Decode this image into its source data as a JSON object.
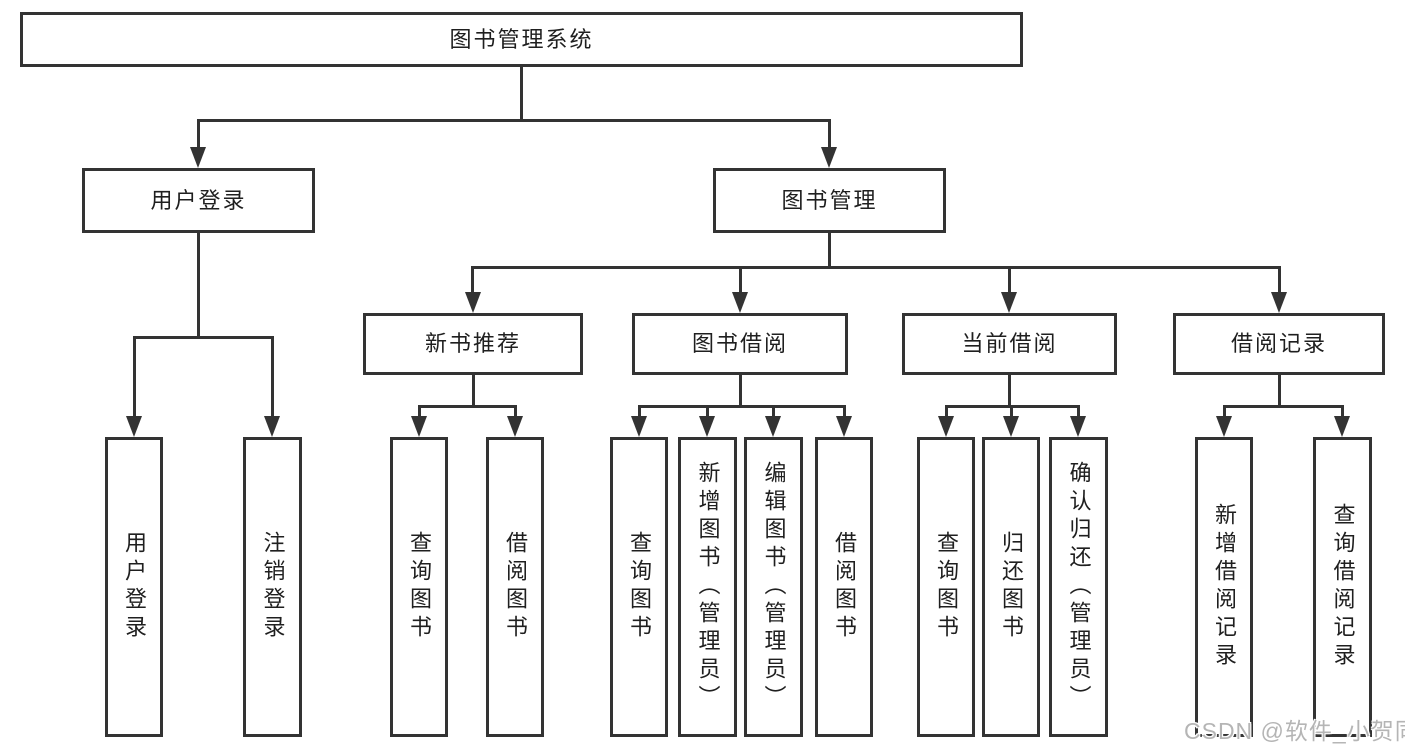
{
  "diagram": {
    "root": {
      "label": "图书管理系统"
    },
    "level2": [
      {
        "label": "用户登录"
      },
      {
        "label": "图书管理"
      }
    ],
    "level3": [
      {
        "label": "新书推荐"
      },
      {
        "label": "图书借阅"
      },
      {
        "label": "当前借阅"
      },
      {
        "label": "借阅记录"
      }
    ],
    "leaves": {
      "login": [
        "用户登录",
        "注销登录"
      ],
      "recommend": [
        "查询图书",
        "借阅图书"
      ],
      "borrow": [
        "查询图书",
        "新增图书（管理员）",
        "编辑图书（管理员）",
        "借阅图书"
      ],
      "current": [
        "查询图书",
        "归还图书",
        "确认归还（管理员）"
      ],
      "records": [
        "新增借阅记录",
        "查询借阅记录"
      ]
    }
  },
  "watermark": {
    "text": "CSDN @软件_小贺同学"
  },
  "colors": {
    "line": "#333333",
    "text": "#1f1f1f",
    "watermark": "#b5b5b5",
    "background": "#ffffff"
  }
}
